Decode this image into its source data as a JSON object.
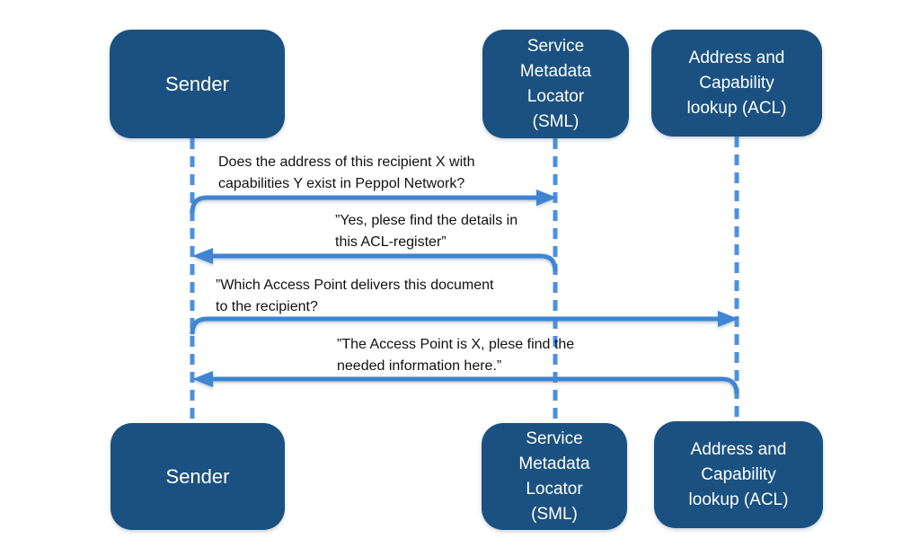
{
  "diagram": {
    "type": "sequence-diagram",
    "topic": "Peppol address and capability lookup flow",
    "colors": {
      "box_fill": "#1A5181",
      "box_text": "#FFFFFF",
      "arrow": "#3E85D3",
      "lifeline": "#4A90E2",
      "message_text": "#111111",
      "background": "#FFFFFF"
    },
    "actors": [
      {
        "id": "sender",
        "label": "Sender",
        "lines": [
          "Sender"
        ]
      },
      {
        "id": "sml",
        "label": "Service Metadata Locator (SML)",
        "lines": [
          "Service",
          "Metadata",
          "Locator",
          "(SML)"
        ]
      },
      {
        "id": "acl",
        "label": "Address and Capability lookup (ACL)",
        "lines": [
          "Address and",
          "Capability",
          "lookup (ACL)"
        ]
      }
    ],
    "messages": [
      {
        "from": "sender",
        "to": "sml",
        "direction": "right",
        "line1": "Does the address of this recipient X with",
        "line2": "capabilities Y exist in Peppol Network?"
      },
      {
        "from": "sml",
        "to": "sender",
        "direction": "left",
        "line1": "”Yes, plese find the details in",
        "line2": "this ACL-register”"
      },
      {
        "from": "sender",
        "to": "acl",
        "direction": "right",
        "line1": "”Which Access Point delivers this document",
        "line2": "to the recipient?"
      },
      {
        "from": "acl",
        "to": "sender",
        "direction": "left",
        "line1": "”The Access Point is X, plese find the",
        "line2": "needed information here.”"
      }
    ]
  }
}
